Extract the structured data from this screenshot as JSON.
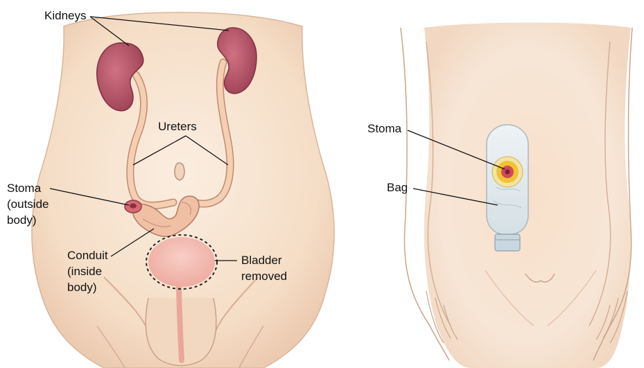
{
  "labels": {
    "kidneys": "Kidneys",
    "ureters": "Ureters",
    "stoma_left_1": "Stoma",
    "stoma_left_2": "(outside",
    "stoma_left_3": "body)",
    "conduit_1": "Conduit",
    "conduit_2": "(inside",
    "conduit_3": "body)",
    "bladder_1": "Bladder",
    "bladder_2": "removed",
    "stoma_right": "Stoma",
    "bag": "Bag"
  },
  "colors": {
    "skin": "#f7e3cf",
    "skin_shadow": "#eec9ad",
    "body_outline": "#c9a48a",
    "kidney": "#b8586a",
    "kidney_shadow": "#93384c",
    "ureter": "#f2c6a6",
    "ureter_edge": "#c08a6e",
    "bladder": "#f3b8ae",
    "stoma": "#cf5f6a",
    "bag": "#e3ebee",
    "bag_ring": "#f0c430",
    "leader_line": "#111111"
  }
}
